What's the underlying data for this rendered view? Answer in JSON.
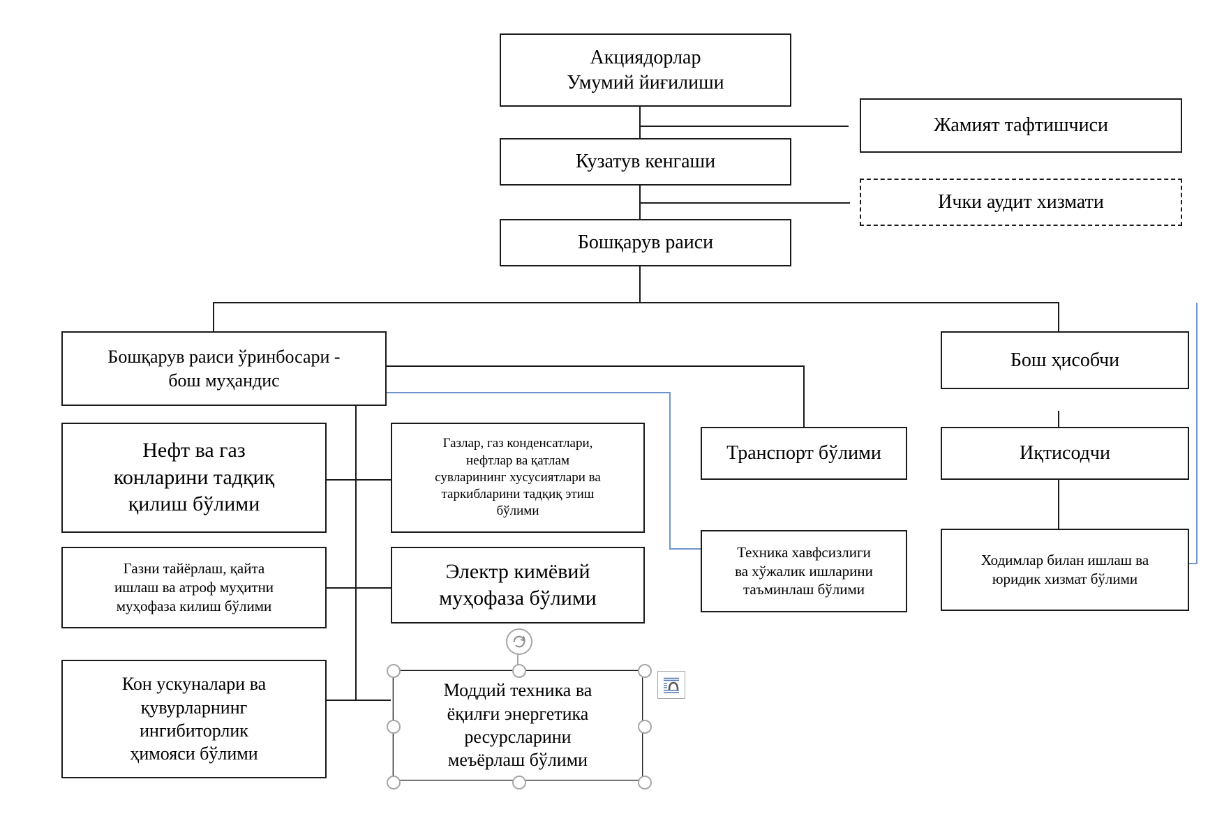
{
  "diagram": {
    "title": "Organizational structure chart",
    "language": "uz-Cyrl",
    "colors": {
      "line": "#1a1a1a",
      "blue_connector": "#6f94cd",
      "selection_handle": "#a6a6a6",
      "box_fill": "#ffffff"
    }
  },
  "nodes": {
    "shareholders_meeting": {
      "label": "Акциядорлар\nУмумий йиғилиши"
    },
    "company_auditor": {
      "label": "Жамият тафтишчиси"
    },
    "supervisory_board": {
      "label": "Кузатув кенгаши"
    },
    "internal_audit": {
      "label": "Ички аудит хизмати",
      "border": "dashed"
    },
    "chairman": {
      "label": "Бошқарув раиси"
    },
    "deputy_chief_engineer": {
      "label": "Бошқарув раиси ўринбосари -\nбош муҳандис"
    },
    "chief_accountant": {
      "label": "Бош ҳисобчи"
    },
    "oil_gas_research": {
      "label": "Нефт ва газ\nконларини тадқиқ\nқилиш бўлими"
    },
    "gas_condensate_lab": {
      "label": "Газлар, газ конденсатлари,\nнефтлар ва қатлам\nсувларининг хусусиятлари ва\nтаркибларини тадқиқ этиш\nбўлими"
    },
    "transport_dept": {
      "label": "Транспорт бўлими"
    },
    "economist": {
      "label": "Иқтисодчи"
    },
    "gas_prep_env": {
      "label": "Газни тайёрлаш, қайта\nишлаш ва атроф муҳитни\nмуҳофаза килиш бўлими"
    },
    "electrochemical_protection": {
      "label": "Электр кимёвий\nмуҳофаза  бўлими"
    },
    "safety_dept": {
      "label": "Техника хавфсизлиги\nва  хўжалик ишларини\nтаъминлаш бўлими"
    },
    "hr_legal_dept": {
      "label": "Ходимлар билан ишлаш ва\nюридик хизмат бўлими"
    },
    "mine_equipment_inhibitor": {
      "label": "Кон ускуналари ва\nқувурларнинг\nингибиторлик\nҳимояси бўлими"
    },
    "material_energy_norms": {
      "label": "Моддий техника ва\nёқилғи энергетика\nресурсларини\nмеъёрлаш  бўлими",
      "state": "selected"
    }
  },
  "selection": {
    "rotate_icon": "rotate-icon",
    "layout_options_icon": "layout-options-icon",
    "handle_count": 8
  }
}
